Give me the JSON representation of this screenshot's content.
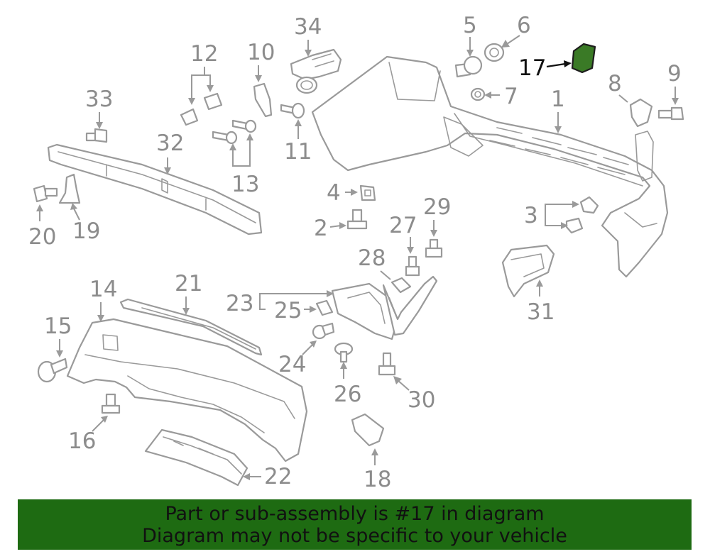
{
  "callouts": {
    "c1": "1",
    "c2": "2",
    "c3": "3",
    "c4": "4",
    "c5": "5",
    "c6": "6",
    "c7": "7",
    "c8": "8",
    "c9": "9",
    "c10": "10",
    "c11": "11",
    "c12": "12",
    "c13": "13",
    "c14": "14",
    "c15": "15",
    "c16": "16",
    "c17": "17",
    "c18": "18",
    "c19": "19",
    "c20": "20",
    "c21": "21",
    "c22": "22",
    "c23": "23",
    "c24": "24",
    "c25": "25",
    "c26": "26",
    "c27": "27",
    "c28": "28",
    "c29": "29",
    "c30": "30",
    "c31": "31",
    "c32": "32",
    "c33": "33",
    "c34": "34"
  },
  "highlight": {
    "part_number": "17",
    "color": "#3a7a26"
  },
  "banner": {
    "line1": "Part or sub-assembly is #17 in diagram",
    "line2": "Diagram may not be specific to your vehicle",
    "background": "#1e6b12"
  }
}
